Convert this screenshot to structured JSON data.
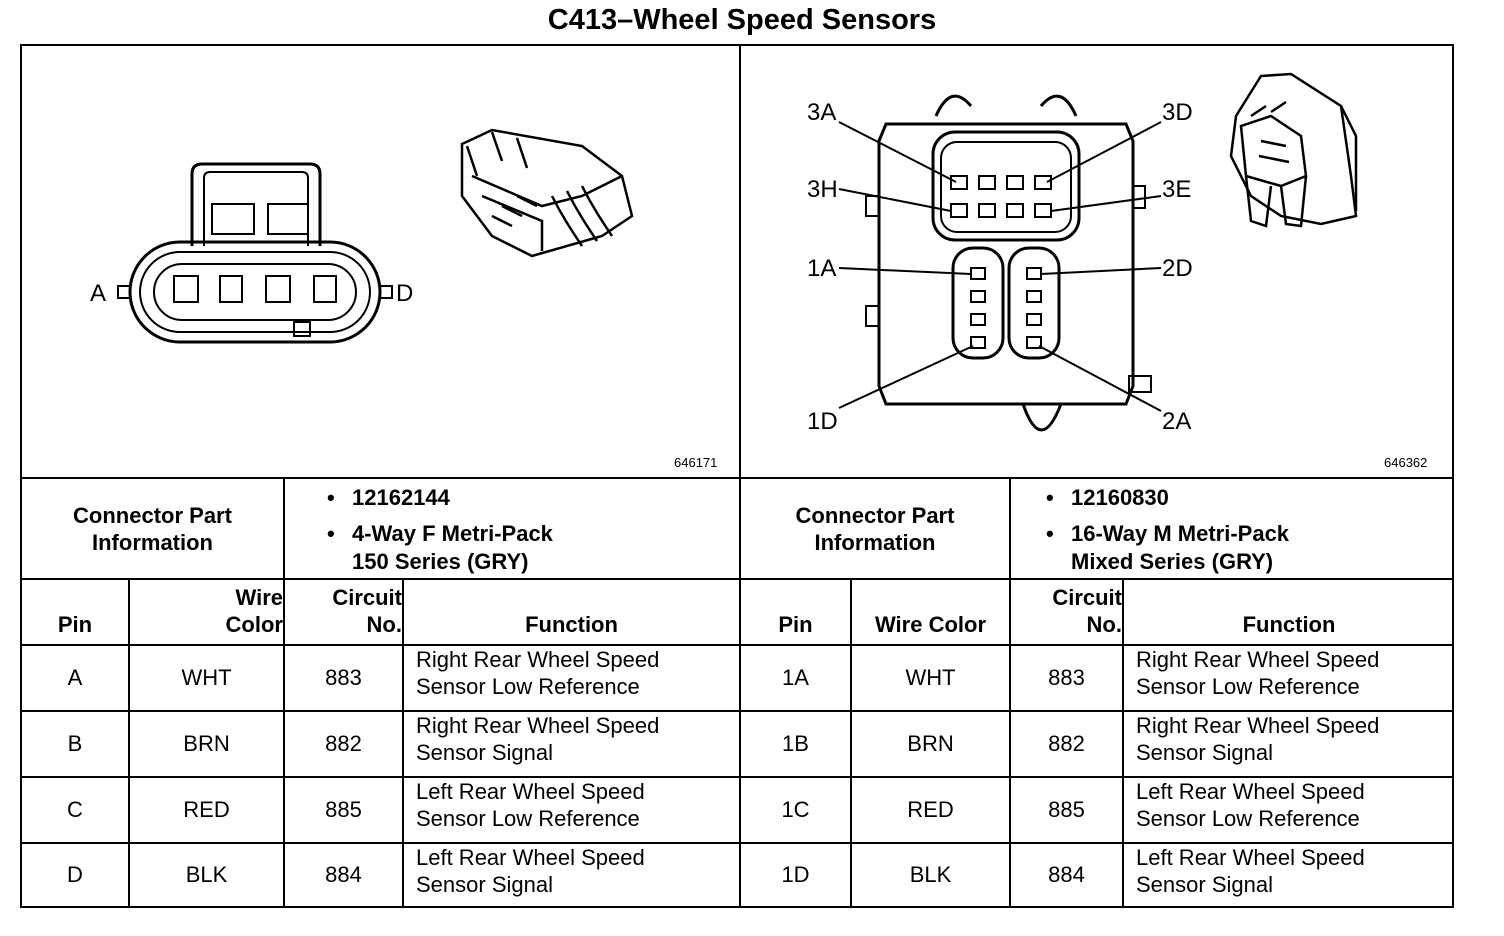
{
  "title": "C413–Wheel Speed Sensors",
  "left_figure": {
    "number": "646171",
    "pin_label_start": "A",
    "pin_label_end": "D"
  },
  "right_figure": {
    "number": "646362",
    "pin_labels": {
      "p3A": "3A",
      "p3H": "3H",
      "p1A": "1A",
      "p1D": "1D",
      "p3D": "3D",
      "p3E": "3E",
      "p2D": "2D",
      "p2A": "2A"
    }
  },
  "left_info": {
    "label_line1": "Connector Part",
    "label_line2": "Information",
    "part_number": "12162144",
    "desc_line1": "4-Way F Metri-Pack",
    "desc_line2": "150 Series (GRY)"
  },
  "right_info": {
    "label_line1": "Connector Part",
    "label_line2": "Information",
    "part_number": "12160830",
    "desc_line1": "16-Way M Metri-Pack",
    "desc_line2": "Mixed Series (GRY)"
  },
  "left_headers": {
    "pin": "Pin",
    "wire_line1": "Wire",
    "wire_line2": "Color",
    "circuit_line1": "Circuit",
    "circuit_line2": "No.",
    "function": "Function"
  },
  "right_headers": {
    "pin": "Pin",
    "wire": "Wire Color",
    "circuit_line1": "Circuit",
    "circuit_line2": "No.",
    "function": "Function"
  },
  "left_rows": [
    {
      "pin": "A",
      "wire": "WHT",
      "circuit": "883",
      "func_line1": "Right Rear Wheel Speed",
      "func_line2": "Sensor Low Reference"
    },
    {
      "pin": "B",
      "wire": "BRN",
      "circuit": "882",
      "func_line1": "Right Rear Wheel Speed",
      "func_line2": "Sensor Signal"
    },
    {
      "pin": "C",
      "wire": "RED",
      "circuit": "885",
      "func_line1": "Left Rear Wheel Speed",
      "func_line2": "Sensor Low Reference"
    },
    {
      "pin": "D",
      "wire": "BLK",
      "circuit": "884",
      "func_line1": "Left Rear Wheel Speed",
      "func_line2": "Sensor Signal"
    }
  ],
  "right_rows": [
    {
      "pin": "1A",
      "wire": "WHT",
      "circuit": "883",
      "func_line1": "Right Rear Wheel Speed",
      "func_line2": "Sensor Low Reference"
    },
    {
      "pin": "1B",
      "wire": "BRN",
      "circuit": "882",
      "func_line1": "Right Rear Wheel Speed",
      "func_line2": "Sensor Signal"
    },
    {
      "pin": "1C",
      "wire": "RED",
      "circuit": "885",
      "func_line1": "Left Rear Wheel Speed",
      "func_line2": "Sensor Low Reference"
    },
    {
      "pin": "1D",
      "wire": "BLK",
      "circuit": "884",
      "func_line1": "Left Rear Wheel Speed",
      "func_line2": "Sensor Signal"
    }
  ]
}
